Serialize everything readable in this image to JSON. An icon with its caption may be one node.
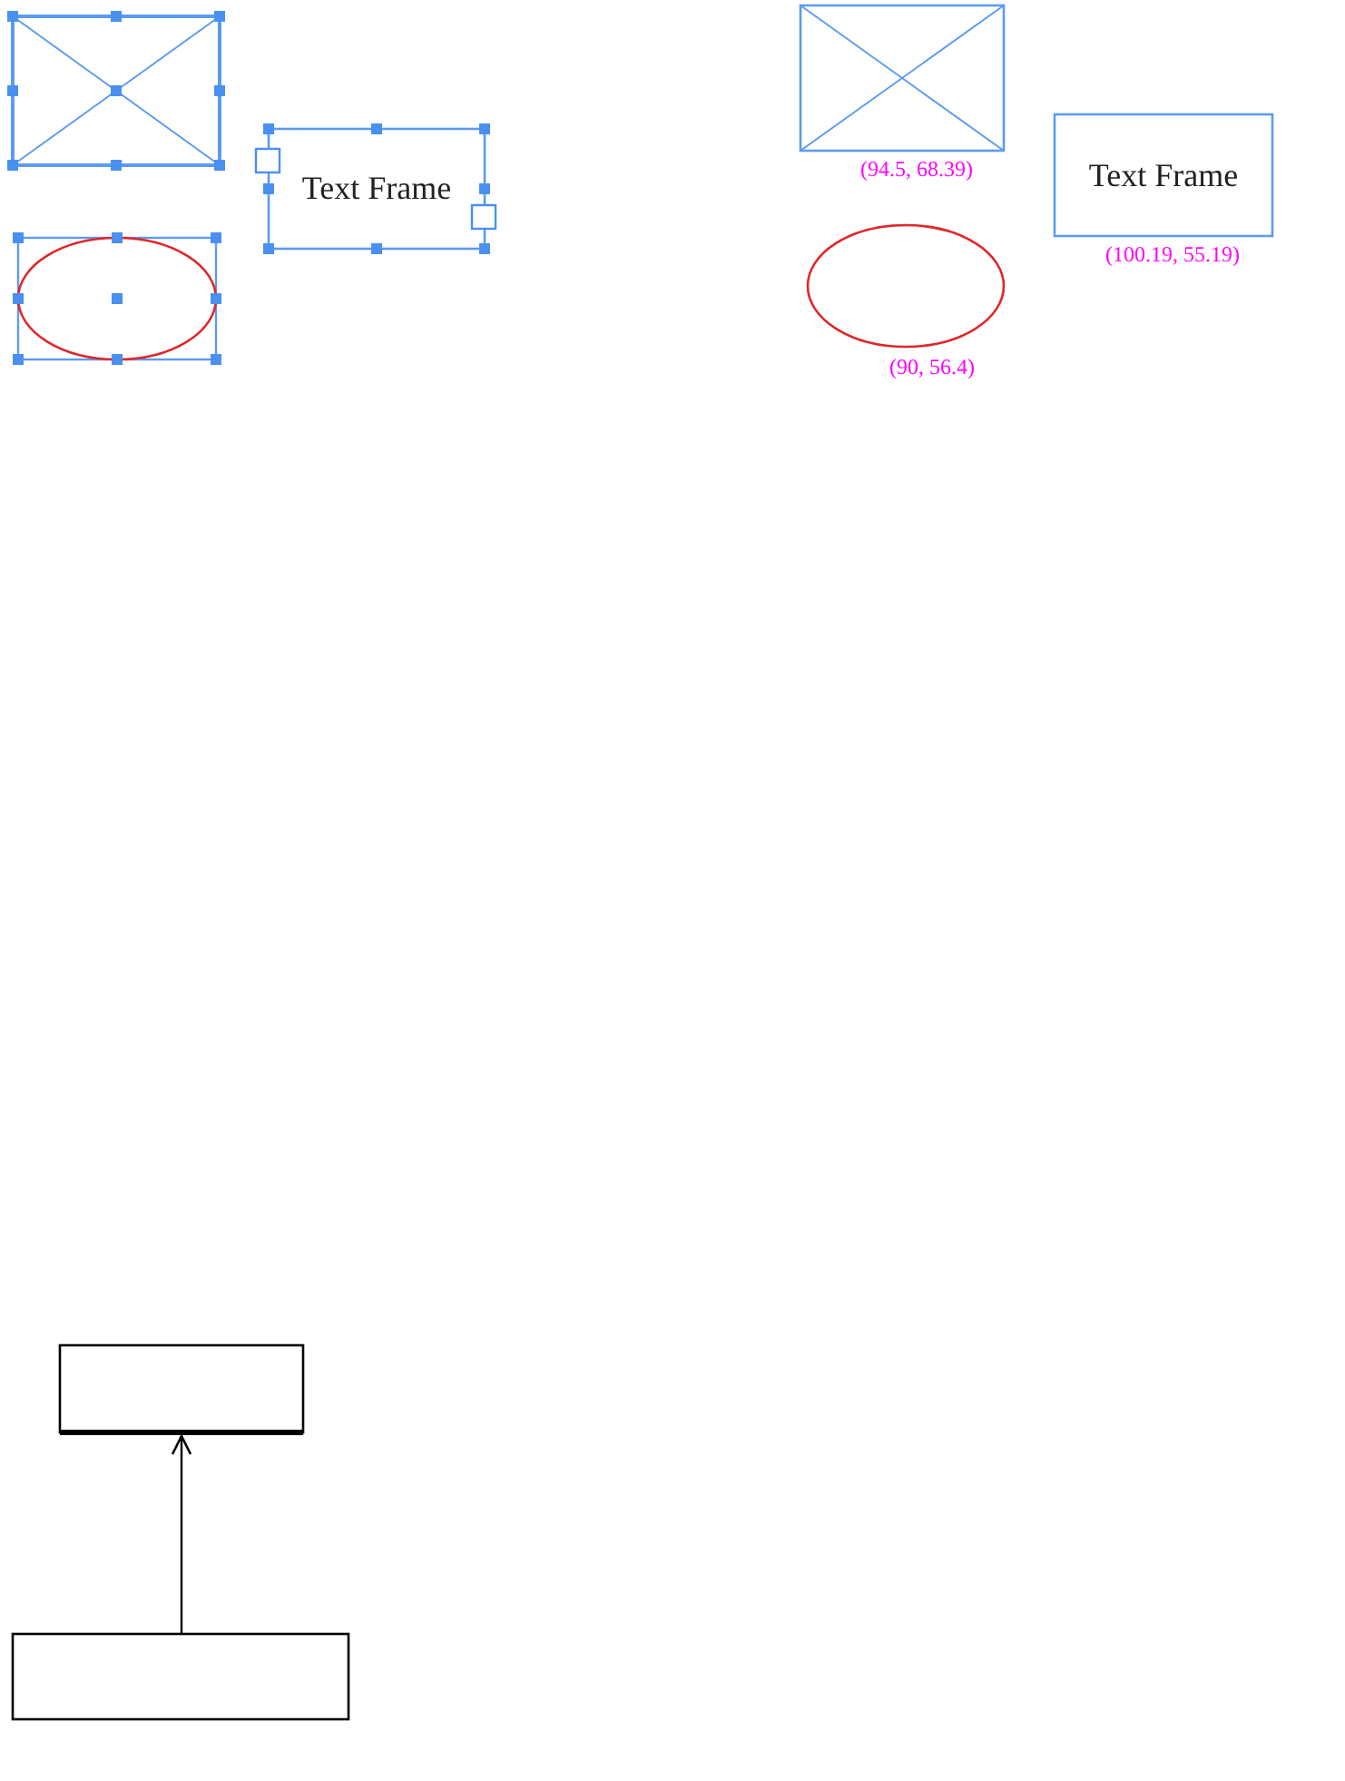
{
  "diagram": {
    "nodes": [
      {
        "text": [],
        "shape": "box"
      },
      {
        "text": [
          "Text Frame"
        ]
      },
      {
        "text": [],
        "shape": "ellipse"
      },
      {
        "text": [],
        "shape": "box",
        "beside": [
          "(94.5, 68.39)"
        ]
      },
      {
        "text": [
          "Text Frame"
        ],
        "beside": [
          "(100.19, 55.19)"
        ]
      },
      {
        "text": [],
        "shape": "ellipse",
        "beside": [
          "(90, 56.4)"
        ]
      },
      {
        "text": [],
        "shape": "box"
      },
      {
        "text": [],
        "shape": "box"
      }
    ],
    "edges": [
      {
        "from": 7,
        "to": 6,
        "arrow": "to"
      }
    ]
  }
}
